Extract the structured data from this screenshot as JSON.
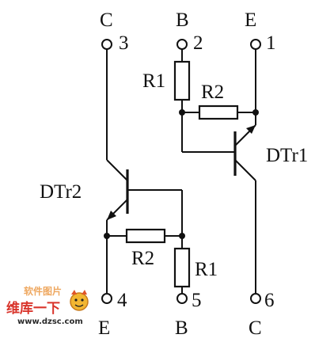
{
  "diagram": {
    "top_terminals": [
      {
        "letter": "C",
        "pin": "3"
      },
      {
        "letter": "B",
        "pin": "2"
      },
      {
        "letter": "E",
        "pin": "1"
      }
    ],
    "bottom_terminals": [
      {
        "letter": "E",
        "pin": "4"
      },
      {
        "letter": "B",
        "pin": "5"
      },
      {
        "letter": "C",
        "pin": "6"
      }
    ],
    "resistors": {
      "r1_top": "R1",
      "r2_top": "R2",
      "r2_bottom": "R2",
      "r1_bottom": "R1"
    },
    "transistors": {
      "right": "DTr1",
      "left": "DTr2"
    }
  },
  "watermark": {
    "brand": "维库一下",
    "url": "www.dzsc.com",
    "faint": "软件图片"
  }
}
